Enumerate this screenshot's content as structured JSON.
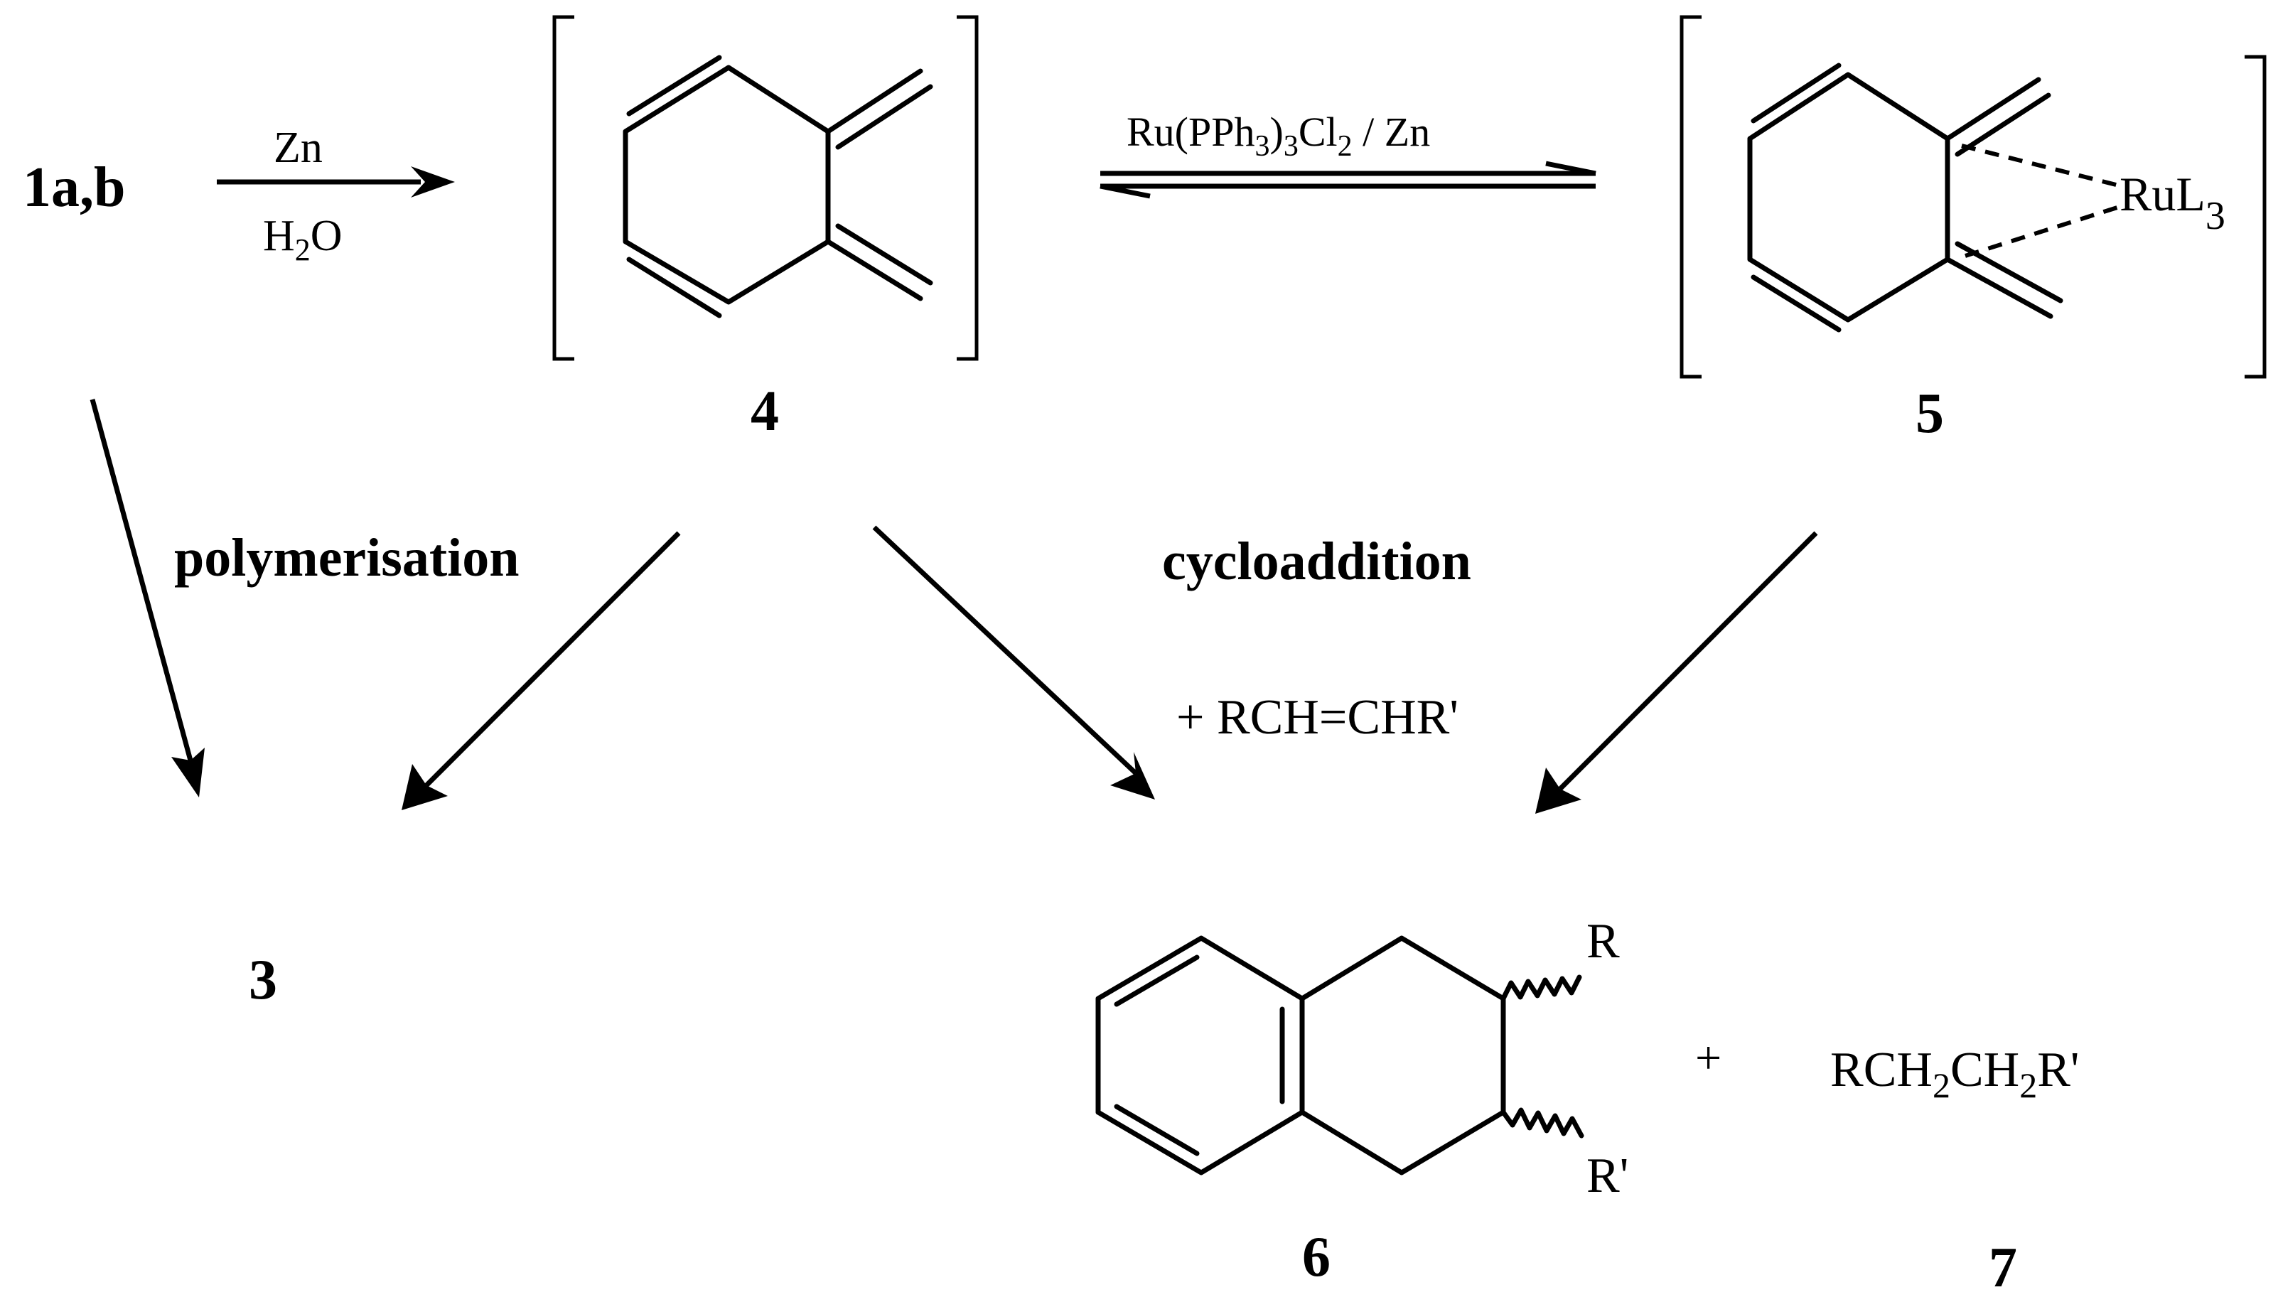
{
  "labels": {
    "start": "1a,b",
    "cmpd_4": "4",
    "cmpd_5": "5",
    "cmpd_3": "3",
    "cmpd_6": "6",
    "cmpd_7": "7",
    "polymerisation": "polymerisation",
    "cycloaddition": "cycloaddition"
  },
  "reagents": {
    "zn": "Zn",
    "h2o_h": "H",
    "h2o_sub": "2",
    "h2o_o": "O",
    "ru_a": "Ru(PPh",
    "ru_b": "3",
    "ru_c": ")",
    "ru_d": "3",
    "ru_e": "Cl",
    "ru_f": "2",
    "ru_g": " / Zn",
    "alkene": "+ RCH=CHR'"
  },
  "atoms": {
    "rul": "RuL",
    "rul_sub": "3",
    "r": "R",
    "r_prime": "R'"
  },
  "byproduct": {
    "plus": "+",
    "p1": "RCH",
    "p1_sub": "2",
    "p2": "CH",
    "p2_sub": "2",
    "p3": "R'"
  }
}
